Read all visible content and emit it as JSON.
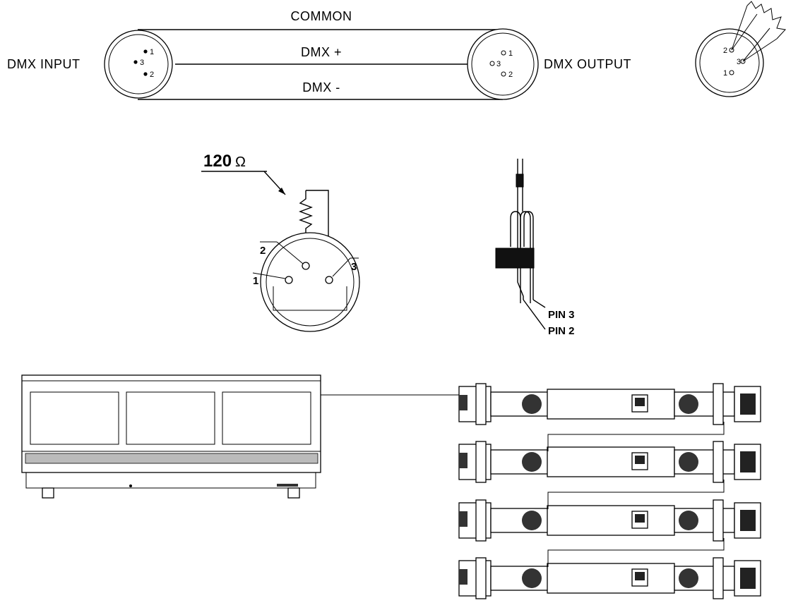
{
  "cable": {
    "common_label": "COMMON",
    "dmx_plus_label": "DMX +",
    "dmx_minus_label": "DMX -",
    "input_label": "DMX INPUT",
    "output_label": "DMX OUTPUT"
  },
  "input_connector": {
    "pin1": "1",
    "pin2": "2",
    "pin3": "3"
  },
  "output_connector": {
    "pin1": "1",
    "pin2": "2",
    "pin3": "3"
  },
  "plug_connector": {
    "pin1": "1",
    "pin2": "2",
    "pin3": "3"
  },
  "terminator": {
    "value": "120",
    "unit": "Ω",
    "pin1": "1",
    "pin2": "2",
    "pin3": "3"
  },
  "resistor_plug": {
    "pin3_label": "PIN 3",
    "pin2_label": "PIN 2"
  },
  "setup": {
    "console": "controller",
    "fixture_count": 4
  }
}
